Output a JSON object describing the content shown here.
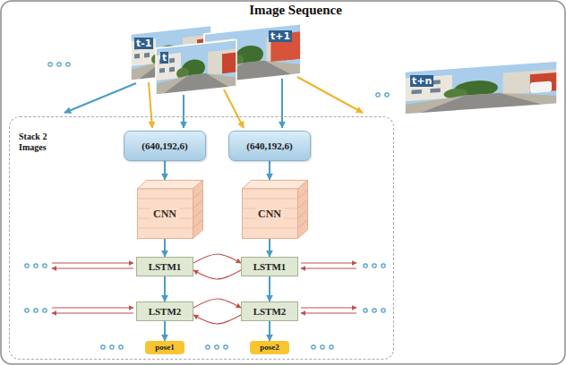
{
  "diagram": {
    "title": "Image Sequence",
    "nodes": [
      {
        "text": [
          "Stack 2 Images"
        ]
      },
      {
        "text": [
          "(640,192,6)"
        ],
        "in": 0
      },
      {
        "text": [
          "(640,192,6)"
        ],
        "in": 0
      },
      {
        "text": [
          "CNN"
        ],
        "in": 0
      },
      {
        "text": [
          "CNN"
        ],
        "in": 0
      },
      {
        "text": [
          "LSTM1"
        ],
        "in": 0
      },
      {
        "text": [
          "LSTM1"
        ],
        "in": 0
      },
      {
        "text": [
          "LSTM2"
        ],
        "in": 0
      },
      {
        "text": [
          "LSTM2"
        ],
        "in": 0
      },
      {
        "text": [
          "pose1"
        ],
        "in": 0
      },
      {
        "text": [
          "pose2"
        ],
        "in": 0
      }
    ],
    "edges": [
      {
        "from": 1,
        "to": 3,
        "arrow": "to"
      },
      {
        "from": 2,
        "to": 4,
        "arrow": "to"
      },
      {
        "from": 3,
        "to": 5,
        "arrow": "to"
      },
      {
        "from": 4,
        "to": 6,
        "arrow": "to"
      },
      {
        "from": 5,
        "to": 7,
        "arrow": "to"
      },
      {
        "from": 6,
        "to": 8,
        "arrow": "to"
      },
      {
        "from": 7,
        "to": 9,
        "arrow": "to"
      },
      {
        "from": 8,
        "to": 10,
        "arrow": "to"
      },
      {
        "from": 5,
        "to": 6,
        "arrow": "to"
      },
      {
        "from": 6,
        "to": 5,
        "arrow": "to"
      },
      {
        "from": 7,
        "to": 8,
        "arrow": "to"
      },
      {
        "from": 8,
        "to": 7,
        "arrow": "to"
      }
    ],
    "labels": [
      "t-1",
      "t",
      "t+1",
      "t+n"
    ]
  }
}
